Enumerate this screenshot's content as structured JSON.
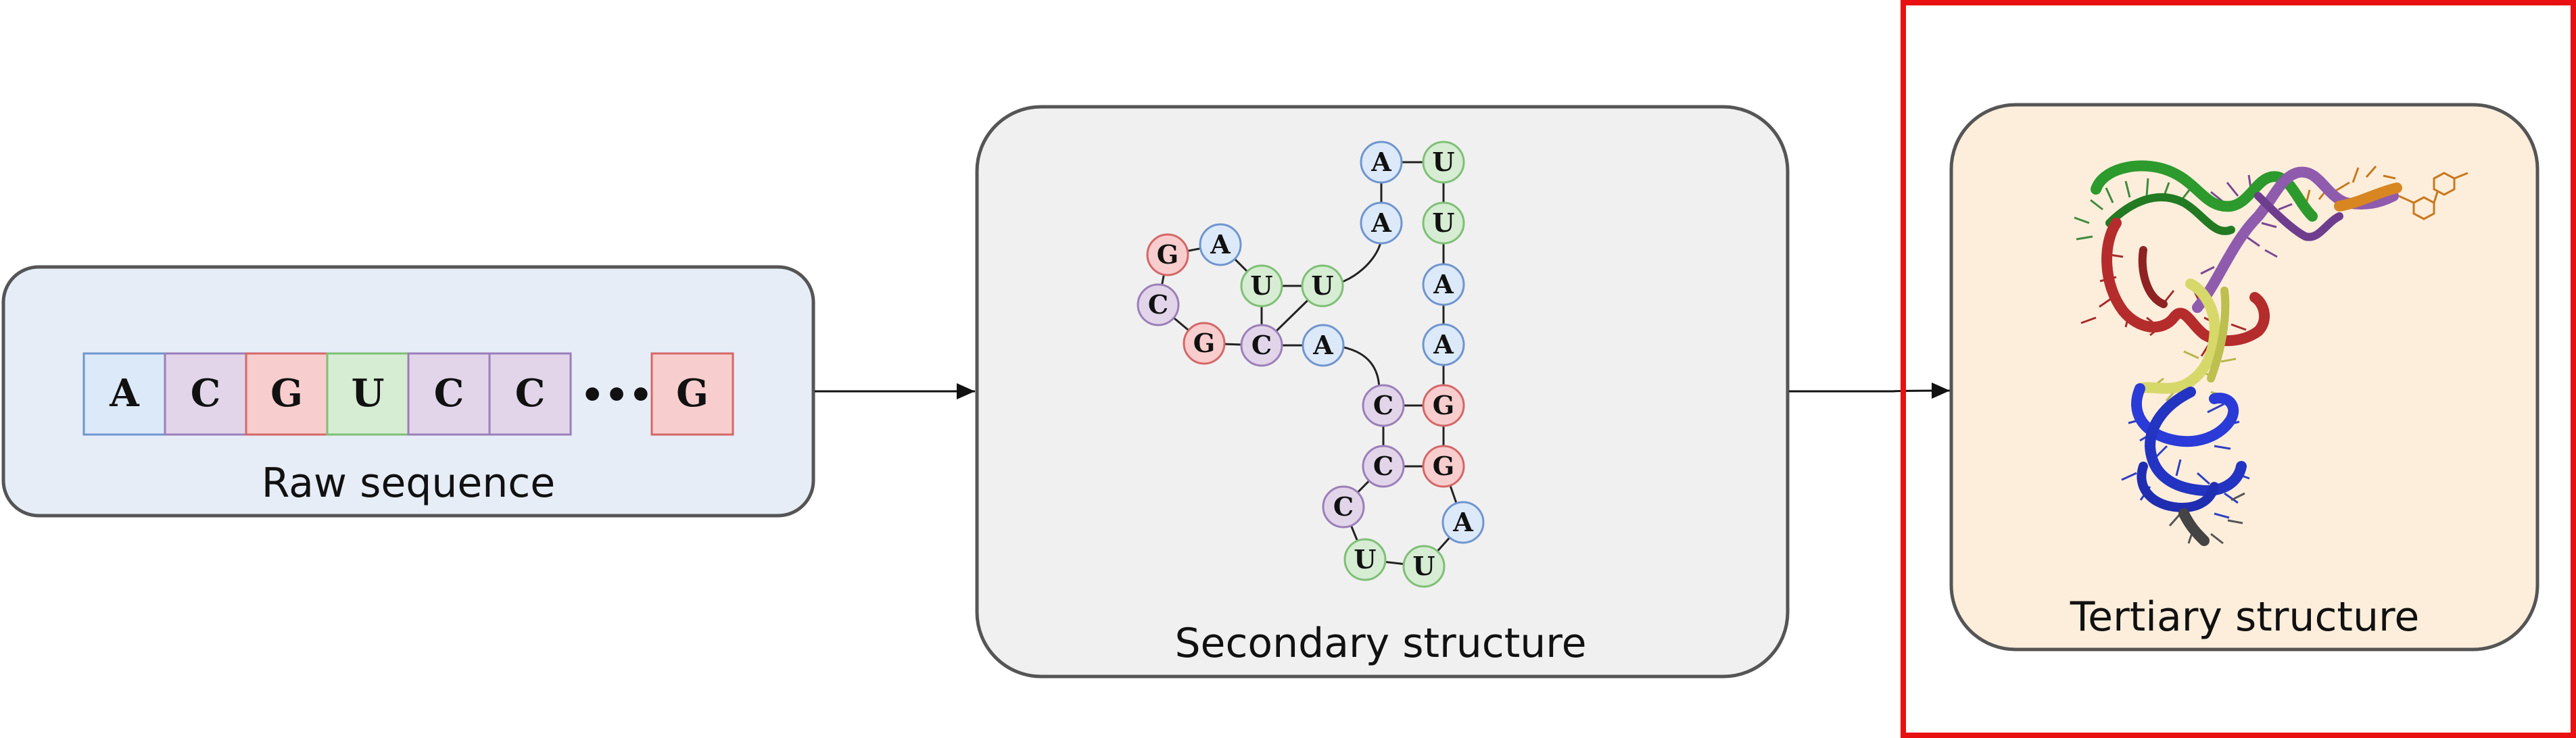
{
  "title": "",
  "panels": {
    "raw": {
      "label": "Raw sequence"
    },
    "secondary": {
      "label": "Secondary structure"
    },
    "tertiary": {
      "label": "Tertiary structure"
    }
  },
  "raw_sequence": {
    "bases": [
      "A",
      "C",
      "G",
      "U",
      "C",
      "C"
    ],
    "ellipsis": "•••",
    "last": "G"
  },
  "secondary_structure": {
    "nucleotides": [
      "G",
      "A",
      "C",
      "G",
      "C",
      "A",
      "U",
      "U",
      "A",
      "A",
      "U",
      "U",
      "A",
      "A",
      "C",
      "G",
      "C",
      "G",
      "C",
      "A",
      "U",
      "U"
    ]
  },
  "colors": {
    "A": {
      "fill": "#dce9f8",
      "stroke": "#6f95cf"
    },
    "C": {
      "fill": "#e2d5ea",
      "stroke": "#9b7fb8"
    },
    "G": {
      "fill": "#f8cdcd",
      "stroke": "#d46767"
    },
    "U": {
      "fill": "#d6ecd3",
      "stroke": "#7fbf76"
    },
    "raw_panel": "#e6edf7",
    "secondary_panel": "#f0f0f0",
    "tertiary_panel": "#fdeedc",
    "highlight": "#e81010"
  }
}
